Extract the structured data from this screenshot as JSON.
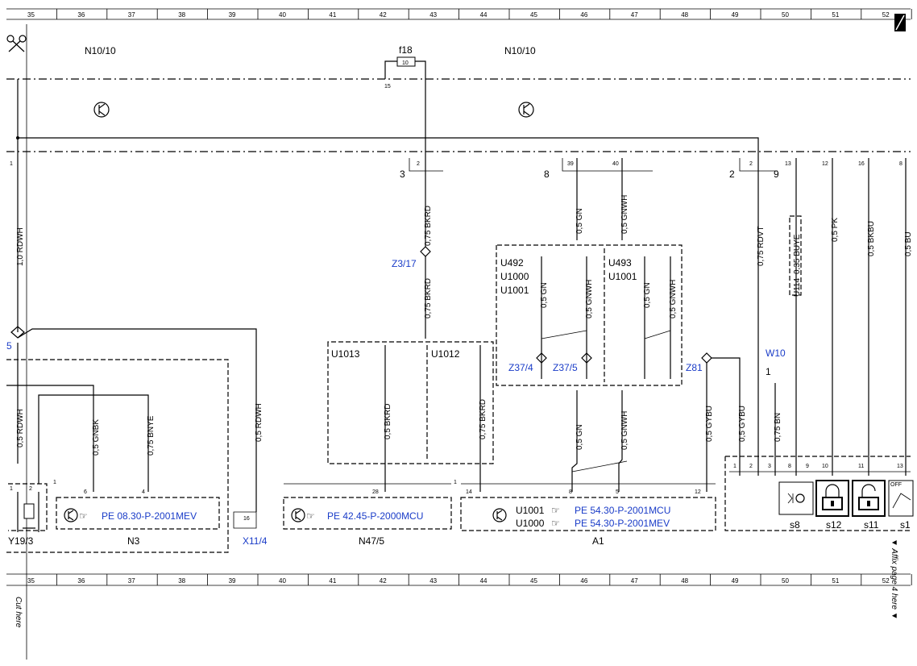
{
  "grid": {
    "columns": [
      "35",
      "36",
      "37",
      "38",
      "39",
      "40",
      "41",
      "42",
      "43",
      "44",
      "45",
      "46",
      "47",
      "48",
      "49",
      "50",
      "51",
      "52"
    ]
  },
  "modules": {
    "top_left": "N10/10",
    "top_right": "N10/10"
  },
  "fuse": {
    "name": "f18",
    "rating": "10",
    "pin": "15"
  },
  "top_pins": {
    "p1": "1",
    "p2": "2",
    "p3": "3",
    "p8": "8",
    "p39": "39",
    "p40": "40",
    "p2b": "2",
    "p2c": "2",
    "p9": "9",
    "p13": "13",
    "p12": "12",
    "p16": "16",
    "p8b": "8"
  },
  "wires": {
    "rdwh_10": "1,0 RDWH",
    "bkrd_top": "0,75 BKRD",
    "gn_top": "0,5 GN",
    "gnwh_top": "0,5 GNWH",
    "rdvt": "0,75 RDVT",
    "buye": "0,35 BUYE",
    "pk": "0,5 PK",
    "bkbu": "0,5 BKBU",
    "bu_partial": "0,5 BU",
    "bkrd_mid": "0,75 BKRD",
    "gn_mid": "0,5 GN",
    "gnwh_mid": "0,5 GNWH",
    "gn_mid2": "0,5 GN",
    "gnwh_mid2": "0,5 GNWH",
    "rdwh_left": "0,5 RDWH",
    "gnbk": "0,5 GNBK",
    "bnye": "0,75 BNYE",
    "rdwh_mid": "0,5 RDWH",
    "bkrd_u1013": "0,5 BKRD",
    "bkrd_u1012": "0,75 BKRD",
    "gn_bottom": "0,5 GN",
    "gnwh_bottom": "0,5 GNWH",
    "gybu1": "0,5 GYBU",
    "gybu2": "0,5 GYBU",
    "bn": "0,75 BN"
  },
  "connectors": {
    "z3_17": "Z3/17",
    "z37_4": "Z37/4",
    "z37_5": "Z37/5",
    "z81": "Z81",
    "w10": "W10",
    "w10_pin": "1",
    "u114": "U114",
    "left_splice": "5"
  },
  "boxes": {
    "u492_a": "U492",
    "u492_b": "U1000",
    "u492_c": "U1001",
    "u493_a": "U493",
    "u493_b": "U1001",
    "u1013": "U1013",
    "u1012": "U1012"
  },
  "bottom_pins": {
    "y19_1": "1",
    "y19_2": "2",
    "n3_1": "1",
    "n3_6": "6",
    "n3_4": "4",
    "x11_16": "16",
    "n47_28": "28",
    "n47_1": "1",
    "a1_14": "14",
    "a1_8": "8",
    "a1_5": "5",
    "a1_12": "12",
    "s_1": "1",
    "s_2": "2",
    "s_3": "3",
    "s_8": "8",
    "s_9": "9",
    "s_10": "10",
    "s_11": "11",
    "s_13": "13"
  },
  "references": {
    "n3": "PE 08.30-P-2001MEV",
    "n47": "PE 42.45-P-2000MCU",
    "a1_u1001": "PE 54.30-P-2001MCU",
    "a1_u1000": "PE 54.30-P-2001MEV",
    "a1_u1001_label": "U1001",
    "a1_u1000_label": "U1000"
  },
  "components": {
    "y19": "Y19/3",
    "n3": "N3",
    "x11": "X11/4",
    "n47": "N47/5",
    "a1": "A1",
    "s8": "s8",
    "s12": "s12",
    "s11": "s11",
    "s1x": "s1"
  },
  "switch_off_label": "OFF",
  "margin": {
    "affix": "▼ Affix page 4 here ▼",
    "cut": "Cut here"
  },
  "colors": {
    "link": "#1a3cc8",
    "line": "#000000"
  },
  "icons": [
    "scissors-icon",
    "transistor-icon",
    "pointing-hand-icon",
    "lock-closed-icon",
    "lock-open-icon",
    "light-switch-icon",
    "page-corner-icon"
  ]
}
